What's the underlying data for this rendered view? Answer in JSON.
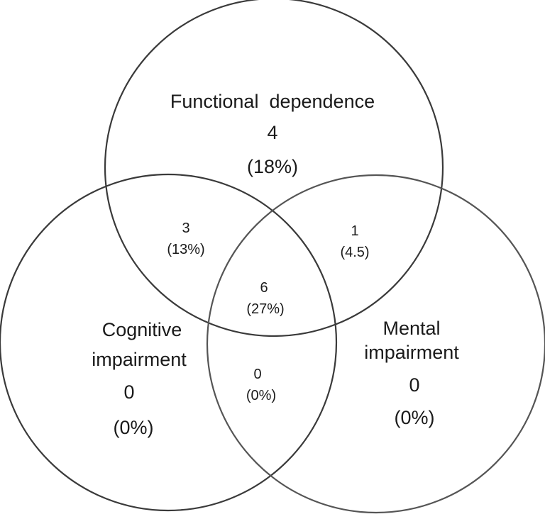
{
  "diagram": {
    "sets": [
      {
        "id": "functional",
        "label": "Functional  dependence",
        "count": "4",
        "percent": "(18%)"
      },
      {
        "id": "cognitive",
        "label_line1": "Cognitive",
        "label_line2": "impairment",
        "count": "0",
        "percent": "(0%)"
      },
      {
        "id": "mental",
        "label_line1": "Mental",
        "label_line2": "impairment",
        "count": "0",
        "percent": "(0%)"
      }
    ],
    "intersections": {
      "functional_cognitive": {
        "count": "3",
        "percent": "(13%)"
      },
      "functional_mental": {
        "count": "1",
        "percent": "(4.5)"
      },
      "all_three": {
        "count": "6",
        "percent": "(27%)"
      },
      "cognitive_mental": {
        "count": "0",
        "percent": "(0%)"
      }
    }
  }
}
